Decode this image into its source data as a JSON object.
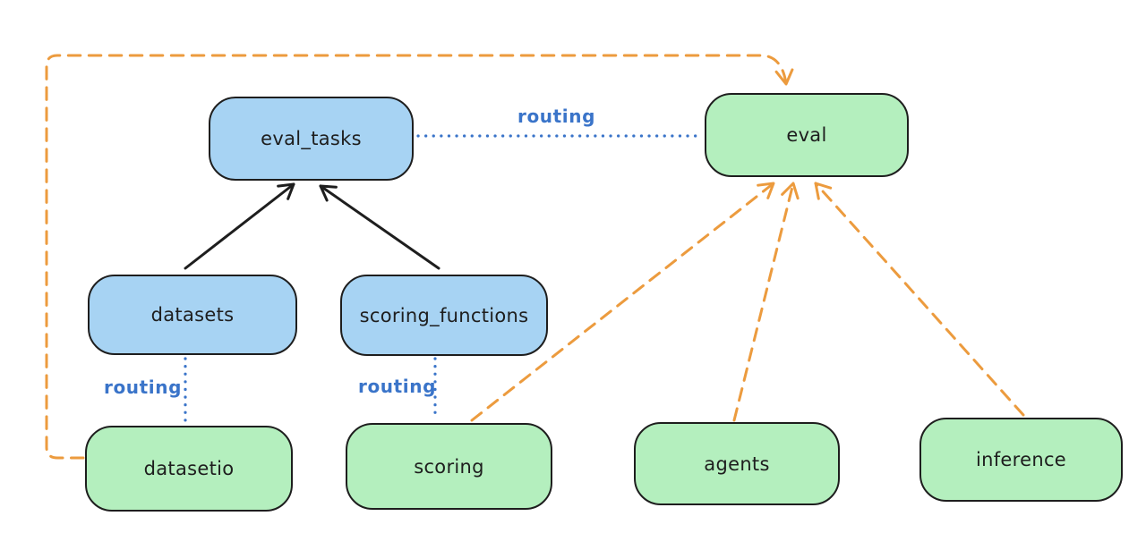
{
  "diagram": {
    "nodes": {
      "eval_tasks": {
        "label": "eval_tasks",
        "fill": "blue"
      },
      "eval": {
        "label": "eval",
        "fill": "green"
      },
      "datasets": {
        "label": "datasets",
        "fill": "blue"
      },
      "scoring_functions": {
        "label": "scoring_functions",
        "fill": "blue"
      },
      "datasetio": {
        "label": "datasetio",
        "fill": "green"
      },
      "scoring": {
        "label": "scoring",
        "fill": "green"
      },
      "agents": {
        "label": "agents",
        "fill": "green"
      },
      "inference": {
        "label": "inference",
        "fill": "green"
      }
    },
    "edge_labels": {
      "eval_tasks_eval": "routing",
      "datasets_datasetio": "routing",
      "scoring_functions_scoring": "routing"
    },
    "edges": [
      {
        "from": "datasets",
        "to": "eval_tasks",
        "style": "solid-black-arrow"
      },
      {
        "from": "scoring_functions",
        "to": "eval_tasks",
        "style": "solid-black-arrow"
      },
      {
        "from": "eval_tasks",
        "to": "eval",
        "style": "dotted-blue",
        "label": "routing"
      },
      {
        "from": "datasets",
        "to": "datasetio",
        "style": "dotted-blue",
        "label": "routing"
      },
      {
        "from": "scoring_functions",
        "to": "scoring",
        "style": "dotted-blue",
        "label": "routing"
      },
      {
        "from": "datasetio",
        "to": "eval",
        "style": "dashed-orange-arrow"
      },
      {
        "from": "scoring",
        "to": "eval",
        "style": "dashed-orange-arrow"
      },
      {
        "from": "agents",
        "to": "eval",
        "style": "dashed-orange-arrow"
      },
      {
        "from": "inference",
        "to": "eval",
        "style": "dashed-orange-arrow"
      }
    ],
    "colors": {
      "blue_fill": "#a7d3f3",
      "green_fill": "#b4efbe",
      "stroke": "#1e1e1e",
      "routing_blue": "#3a74c9",
      "orange": "#ec9b3e",
      "background": "#ffffff"
    }
  }
}
